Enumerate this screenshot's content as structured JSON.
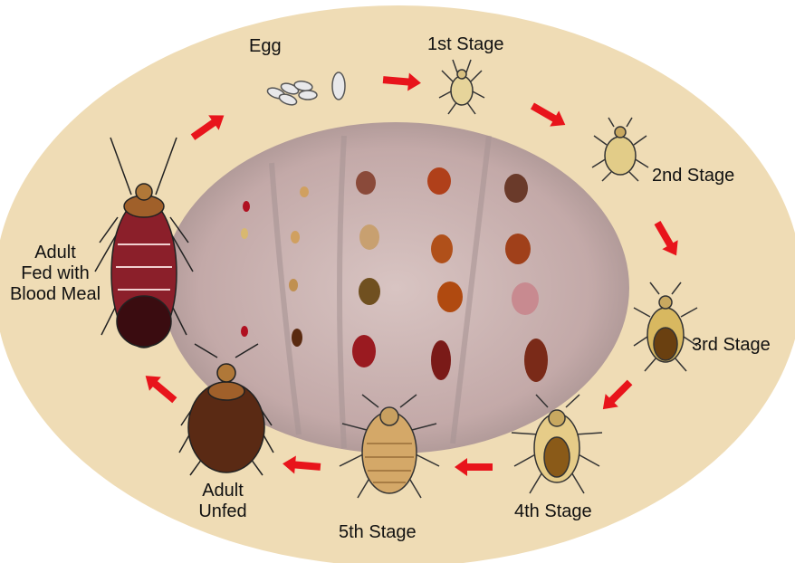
{
  "labels": {
    "egg": "Egg",
    "stage1": "1st Stage",
    "stage2": "2nd Stage",
    "stage3": "3rd Stage",
    "stage4": "4th Stage",
    "stage5": "5th Stage",
    "adult_unfed_1": "Adult",
    "adult_unfed_2": "Unfed",
    "adult_fed_1": "Adult",
    "adult_fed_2": "Fed with",
    "adult_fed_3": "Blood Meal"
  },
  "colors": {
    "background_ring": "#efdcb5",
    "arrow": "#e8141b",
    "photo_skin": "#c9b3b3",
    "nymph_body": "#d9c07a",
    "fed_adult": "#8b1f2a",
    "unfed_adult": "#5a2a14"
  }
}
